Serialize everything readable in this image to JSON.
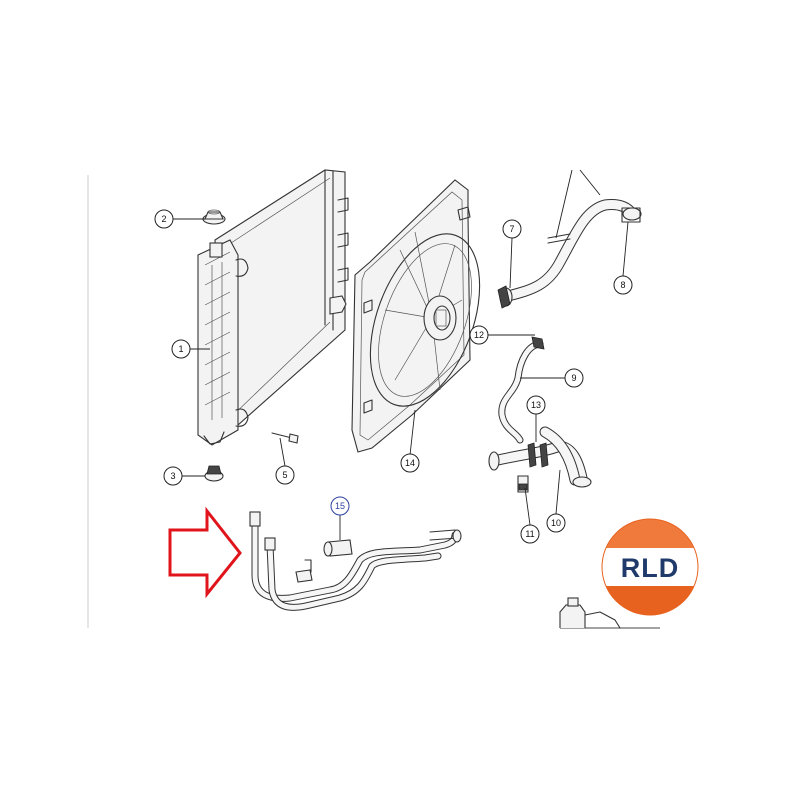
{
  "diagram": {
    "callouts": [
      {
        "id": "callout-1",
        "label": "1"
      },
      {
        "id": "callout-2",
        "label": "2"
      },
      {
        "id": "callout-3",
        "label": "3"
      },
      {
        "id": "callout-5",
        "label": "5"
      },
      {
        "id": "callout-7",
        "label": "7"
      },
      {
        "id": "callout-8",
        "label": "8"
      },
      {
        "id": "callout-9",
        "label": "9"
      },
      {
        "id": "callout-10",
        "label": "10"
      },
      {
        "id": "callout-11",
        "label": "11"
      },
      {
        "id": "callout-12",
        "label": "12"
      },
      {
        "id": "callout-13",
        "label": "13"
      },
      {
        "id": "callout-14",
        "label": "14"
      },
      {
        "id": "callout-15",
        "label": "15",
        "highlighted": true
      }
    ],
    "highlight_arrow_color": "#e0141b",
    "highlight_callout_color": "#2b3fa0"
  },
  "logo": {
    "text": "RLD",
    "colors": {
      "top": "#f07a3c",
      "bottom": "#e8621f",
      "band": "#ffffff",
      "text": "#1f3a6b"
    }
  }
}
